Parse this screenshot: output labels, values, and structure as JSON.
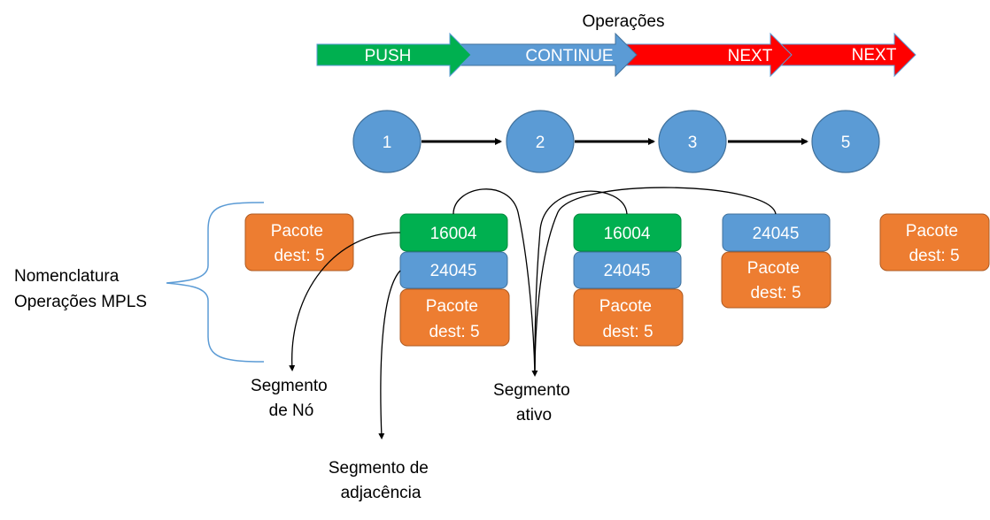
{
  "colors": {
    "green": "#00B050",
    "blue": "#5B9BD5",
    "red": "#FF0000",
    "orange": "#ED7D31",
    "node_blue": "#5B9BD5",
    "bracket": "#5B9BD5",
    "line": "#000000",
    "white_text": "#FFFFFF",
    "dark_text": "#000000"
  },
  "operations": {
    "title": "Operações",
    "arrows": [
      {
        "label": "PUSH",
        "color": "#00B050"
      },
      {
        "label": "CONTINUE",
        "color": "#5B9BD5"
      },
      {
        "label": "NEXT",
        "color": "#FF0000"
      },
      {
        "label": "NEXT",
        "color": "#FF0000"
      }
    ]
  },
  "nodes": [
    "1",
    "2",
    "3",
    "5"
  ],
  "legend": {
    "line1": "Nomenclatura",
    "line2": "Operações MPLS"
  },
  "stacks": [
    {
      "id": "stack-1",
      "items": [
        {
          "label": "Pacote\ndest: 5",
          "kind": "packet"
        }
      ]
    },
    {
      "id": "stack-2",
      "items": [
        {
          "label": "16004",
          "kind": "node-segment"
        },
        {
          "label": "24045",
          "kind": "adjacency-segment"
        },
        {
          "label": "Pacote\ndest: 5",
          "kind": "packet"
        }
      ]
    },
    {
      "id": "stack-3",
      "items": [
        {
          "label": "16004",
          "kind": "node-segment"
        },
        {
          "label": "24045",
          "kind": "adjacency-segment"
        },
        {
          "label": "Pacote\ndest: 5",
          "kind": "packet"
        }
      ]
    },
    {
      "id": "stack-4",
      "items": [
        {
          "label": "24045",
          "kind": "adjacency-segment"
        },
        {
          "label": "Pacote\ndest: 5",
          "kind": "packet"
        }
      ]
    },
    {
      "id": "stack-5",
      "items": [
        {
          "label": "Pacote\ndest: 5",
          "kind": "packet"
        }
      ]
    }
  ],
  "annotations": {
    "node_segment": {
      "line1": "Segmento",
      "line2": "de Nó"
    },
    "adjacency_segment": {
      "line1": "Segmento de",
      "line2": "adjacência"
    },
    "active_segment": {
      "line1": "Segmento",
      "line2": "ativo"
    }
  }
}
